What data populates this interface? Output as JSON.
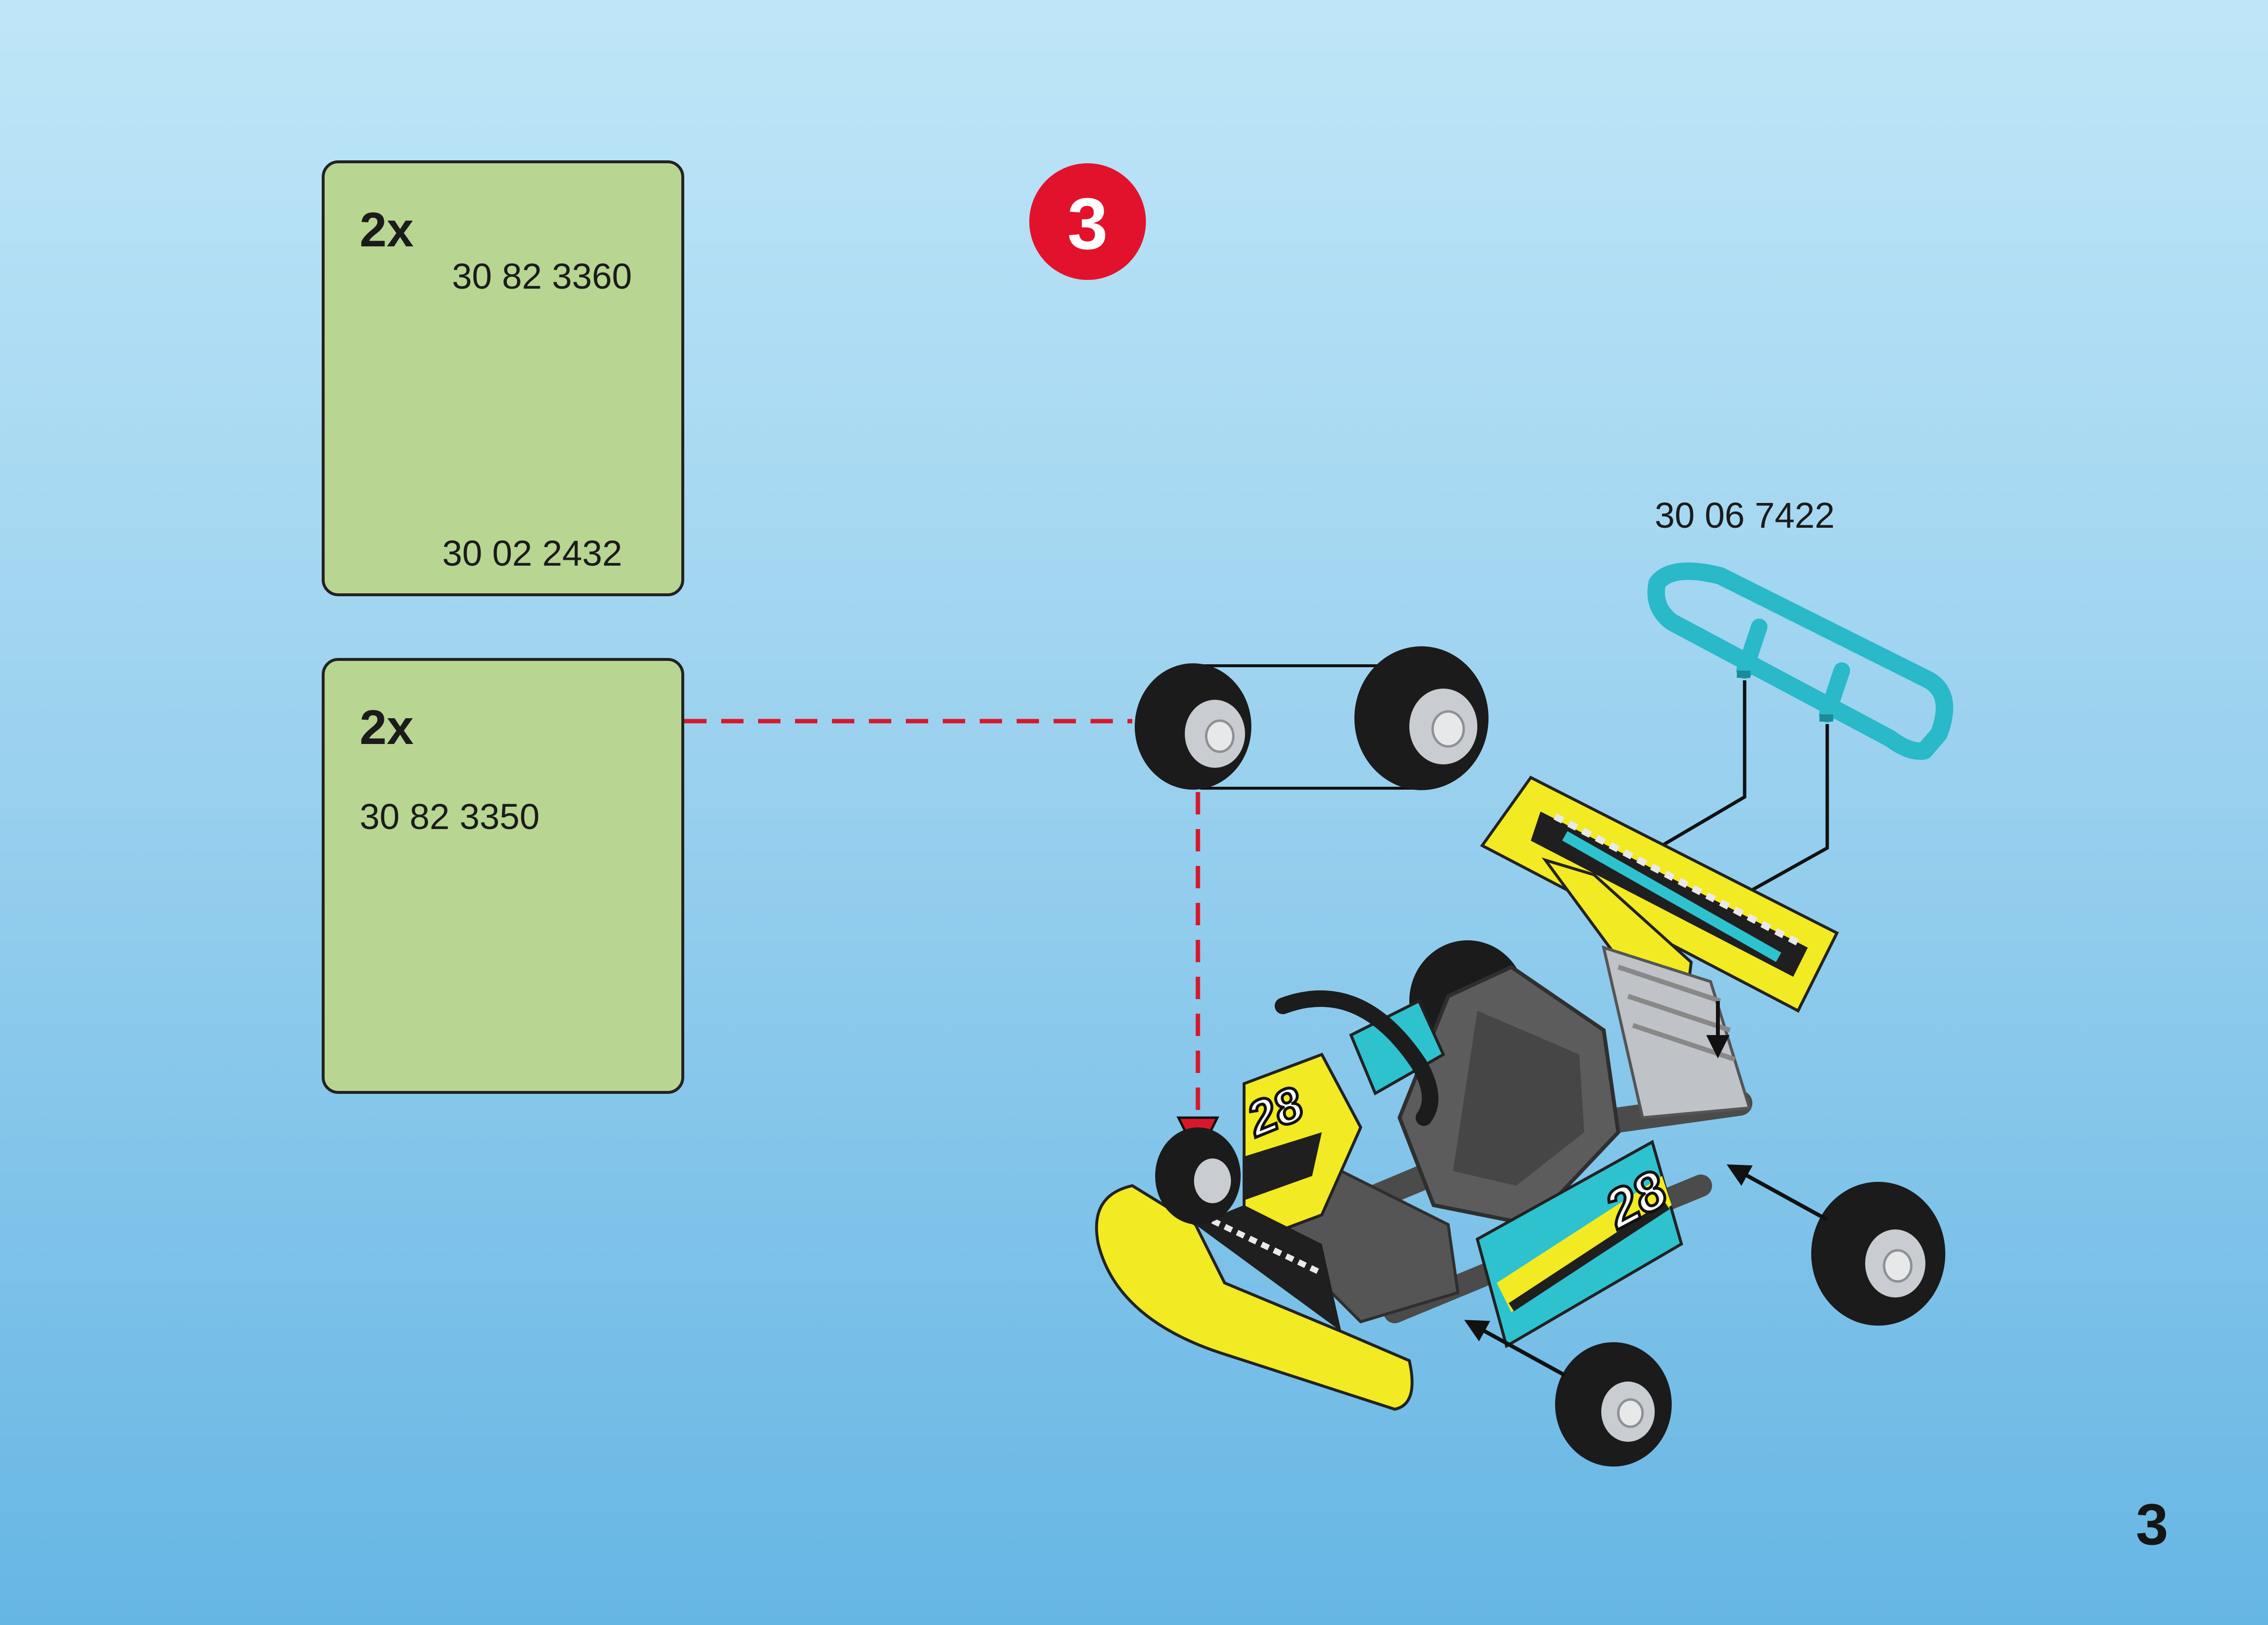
{
  "step": {
    "number": "3"
  },
  "parts": [
    {
      "quantity": "2x",
      "wheel_part": "30 82 3360",
      "hub_part": "30 02 2432"
    },
    {
      "quantity": "2x",
      "wheel_part": "30 82 3350"
    }
  ],
  "spoiler_part": "30 06 7422",
  "page_number": "3",
  "colors": {
    "background_top": "#bfe6f8",
    "background_bottom": "#66b6e4",
    "panel": "#b8d591",
    "step_badge": "#e3122c",
    "kart_yellow": "#f2ea22",
    "kart_teal": "#2ec2cf",
    "tire": "#1c1c1c",
    "hub": "#c9ccd0",
    "guide_line": "#d8182a"
  }
}
